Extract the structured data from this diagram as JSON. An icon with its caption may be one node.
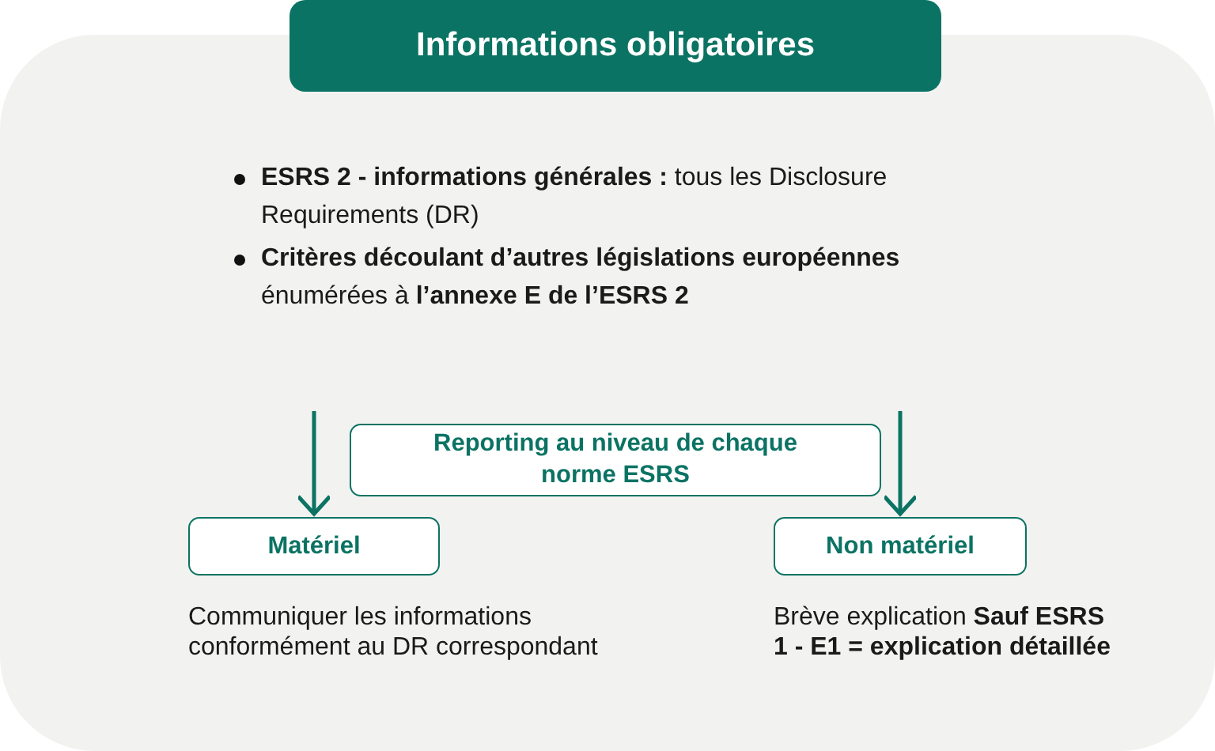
{
  "diagram": {
    "nodes": [
      {
        "text": [
          "Informations obligatoires"
        ]
      },
      {
        "text": [
          "**ESRS 2 - informations générales :** tous les Disclosure Requirements (DR)",
          "**Critères découlant d’autres législations européennes** énumérées à **l’annexe E de l’ESRS 2**"
        ]
      },
      {
        "text": [
          "Reporting au niveau de chaque norme ESRS"
        ],
        "in": 1
      },
      {
        "text": [
          "Matériel"
        ],
        "in": 1,
        "beside": [
          "Communiquer les informations conformément au DR correspondant"
        ]
      },
      {
        "text": [
          "Non matériel"
        ],
        "in": 1,
        "beside": [
          "Brève explication **Sauf ESRS 1 - E1 = explication détaillée**"
        ]
      }
    ],
    "edges": [
      {
        "from": null,
        "to": 3,
        "arrow": "to"
      },
      {
        "from": null,
        "to": 4,
        "arrow": "to"
      }
    ]
  }
}
